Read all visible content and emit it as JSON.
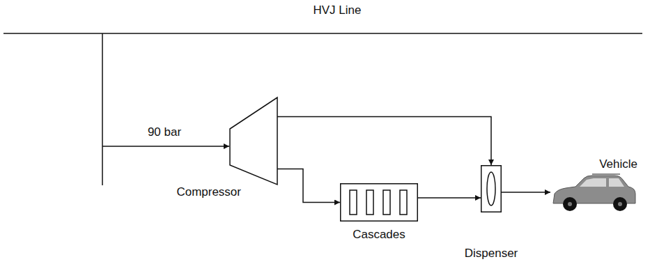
{
  "diagram": {
    "nodes": [
      {
        "text": [
          "Compressor"
        ]
      },
      {
        "text": [
          "Cascades"
        ]
      },
      {
        "text": [
          "Dispenser"
        ]
      },
      {
        "text": [
          "Vehicle"
        ]
      }
    ],
    "edges": [
      {
        "from": 0,
        "to": 2,
        "arrow": "to"
      },
      {
        "from": 0,
        "to": 1,
        "arrow": "to"
      },
      {
        "from": 1,
        "to": 2,
        "arrow": "to"
      },
      {
        "from": 2,
        "to": 3,
        "arrow": "to"
      }
    ],
    "labels": [
      "HVJ Line",
      "90 bar"
    ]
  }
}
